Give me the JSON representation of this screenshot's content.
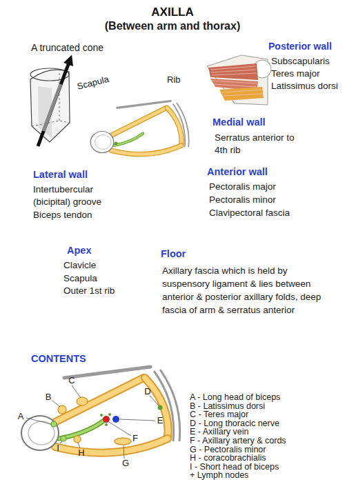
{
  "diagram": {
    "title": "AXILLA",
    "labels": [
      "(Between arm and thorax)",
      "A truncated cone",
      "Scapula",
      "Rib",
      "Posterior wall",
      "Subscapularis",
      "Teres major",
      "Latissimus dorsi",
      "Medial wall",
      "Serratus anterior to 4th rib",
      "Lateral wall",
      "Intertubercular (bicipital) groove",
      "Biceps tendon",
      "Anterior wall",
      "Pectoralis major",
      "Pectoralis minor",
      "Clavipectoral fascia",
      "Apex",
      "Clavicle",
      "Scapula",
      "Outer 1st rib",
      "Floor",
      "Axillary fascia which is held by suspensory ligament & lies between anterior & posterior axillary folds, deep fascia of arm & serratus anterior",
      "CONTENTS",
      "C",
      "D",
      "B",
      "A",
      "E",
      "F",
      "I",
      "H",
      "G",
      "A - Long head of biceps",
      "B - Latissimus dorsi",
      "C - Teres major",
      "D - Long thoracic nerve",
      "E - Axillary vein",
      "F - Axillary artery & cords",
      "G - Pectoralis minor",
      "H - coracobrachialis",
      "I - Short head of biceps",
      "+ Lymph nodes"
    ]
  }
}
